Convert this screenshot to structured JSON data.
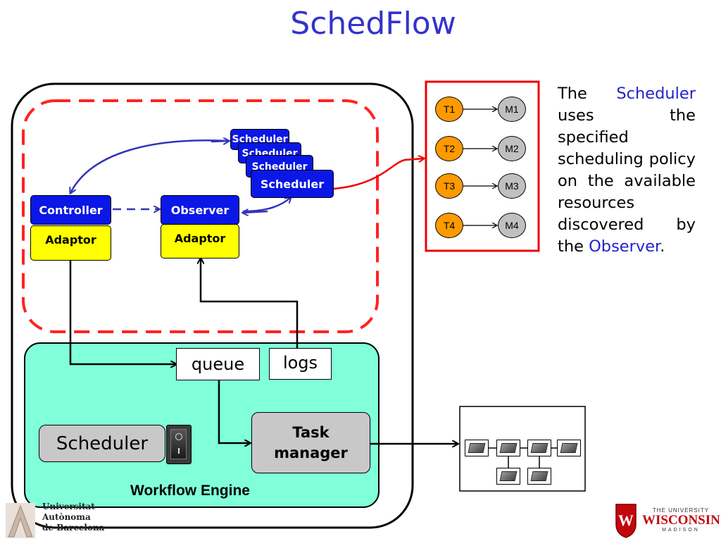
{
  "title": "SchedFlow",
  "boxes": {
    "scheduler_stack": [
      "Scheduler",
      "Scheduler",
      "Scheduler",
      "Scheduler"
    ],
    "controller": "Controller",
    "observer": "Observer",
    "adaptor_left": "Adaptor",
    "adaptor_right": "Adaptor",
    "queue": "queue",
    "logs": "logs",
    "engine_scheduler": "Scheduler",
    "task_manager": "Task manager",
    "workflow_engine": "Workflow Engine"
  },
  "tasks": [
    "T1",
    "T2",
    "T3",
    "T4"
  ],
  "machines": [
    "M1",
    "M2",
    "M3",
    "M4"
  ],
  "description": {
    "p1": "The ",
    "scheduler": "Scheduler",
    "p2": " uses the specified scheduling policy on the available resources discovered by the ",
    "observer": "Observer",
    "p3": "."
  },
  "logos": {
    "uab": [
      "Universitat",
      "Autònoma",
      "de Barcelona"
    ],
    "wisconsin_top": "THE UNIVERSITY",
    "wisconsin_main": "WISCONSIN",
    "wisconsin_bottom": "MADISON"
  },
  "colors": {
    "title": "#3333cc",
    "component_blue": "#0a17e6",
    "adaptor_yellow": "#ffff00",
    "engine_aqua": "#80ffd9",
    "dashed_red": "#ff2222",
    "task_orange": "#ff9900"
  }
}
